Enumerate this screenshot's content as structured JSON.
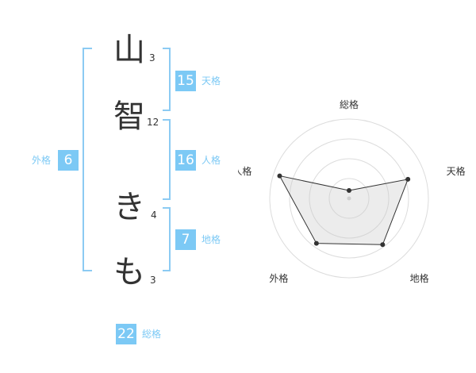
{
  "name_chars": [
    {
      "char": "山",
      "strokes": "3"
    },
    {
      "char": "智",
      "strokes": "12"
    },
    {
      "char": "き",
      "strokes": "4"
    },
    {
      "char": "も",
      "strokes": "3"
    }
  ],
  "kakusu": {
    "tenkaku": {
      "value": "15",
      "label": "天格"
    },
    "jinkaku": {
      "value": "16",
      "label": "人格"
    },
    "chikaku": {
      "value": "7",
      "label": "地格"
    },
    "gaikaku": {
      "value": "6",
      "label": "外格"
    },
    "soukaku": {
      "value": "22",
      "label": "総格"
    }
  },
  "colors": {
    "accent": "#7cc9f5",
    "bracket": "#8ccbf3",
    "text": "#333333"
  },
  "chart_data": {
    "type": "radar",
    "axes": [
      "総格",
      "天格",
      "地格",
      "外格",
      "人格"
    ],
    "levels": 4,
    "max": 100,
    "values": [
      10,
      78,
      72,
      70,
      92
    ]
  }
}
